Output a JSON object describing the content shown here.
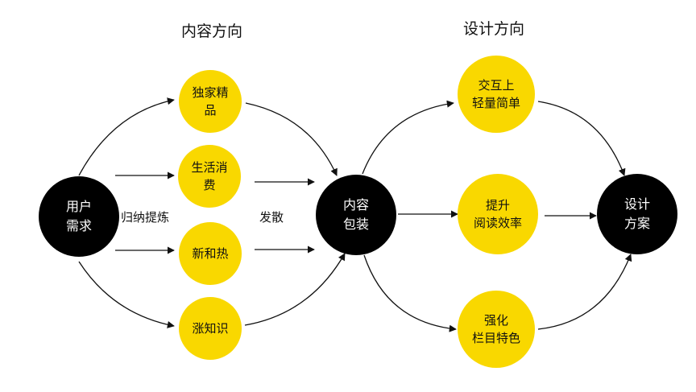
{
  "headings": {
    "content_direction": "内容方向",
    "design_direction": "设计方向"
  },
  "nodes": {
    "user_needs": [
      "用户",
      "需求"
    ],
    "exclusive": [
      "独家精",
      "品"
    ],
    "lifestyle": [
      "生活消",
      "费"
    ],
    "hot_news": [
      "新和热"
    ],
    "knowledge": [
      "涨知识"
    ],
    "packaging": [
      "内容",
      "包装"
    ],
    "interaction": [
      "交互上",
      "轻量简单"
    ],
    "reading": [
      "提升",
      "阅读效率"
    ],
    "column": [
      "强化",
      "栏目特色"
    ],
    "design_plan": [
      "设计",
      "方案"
    ]
  },
  "labels": {
    "induce": "归纳提炼",
    "diverge": "发散"
  },
  "colors": {
    "yellow": "#f9d800",
    "black": "#000000",
    "arrow": "#111111"
  }
}
